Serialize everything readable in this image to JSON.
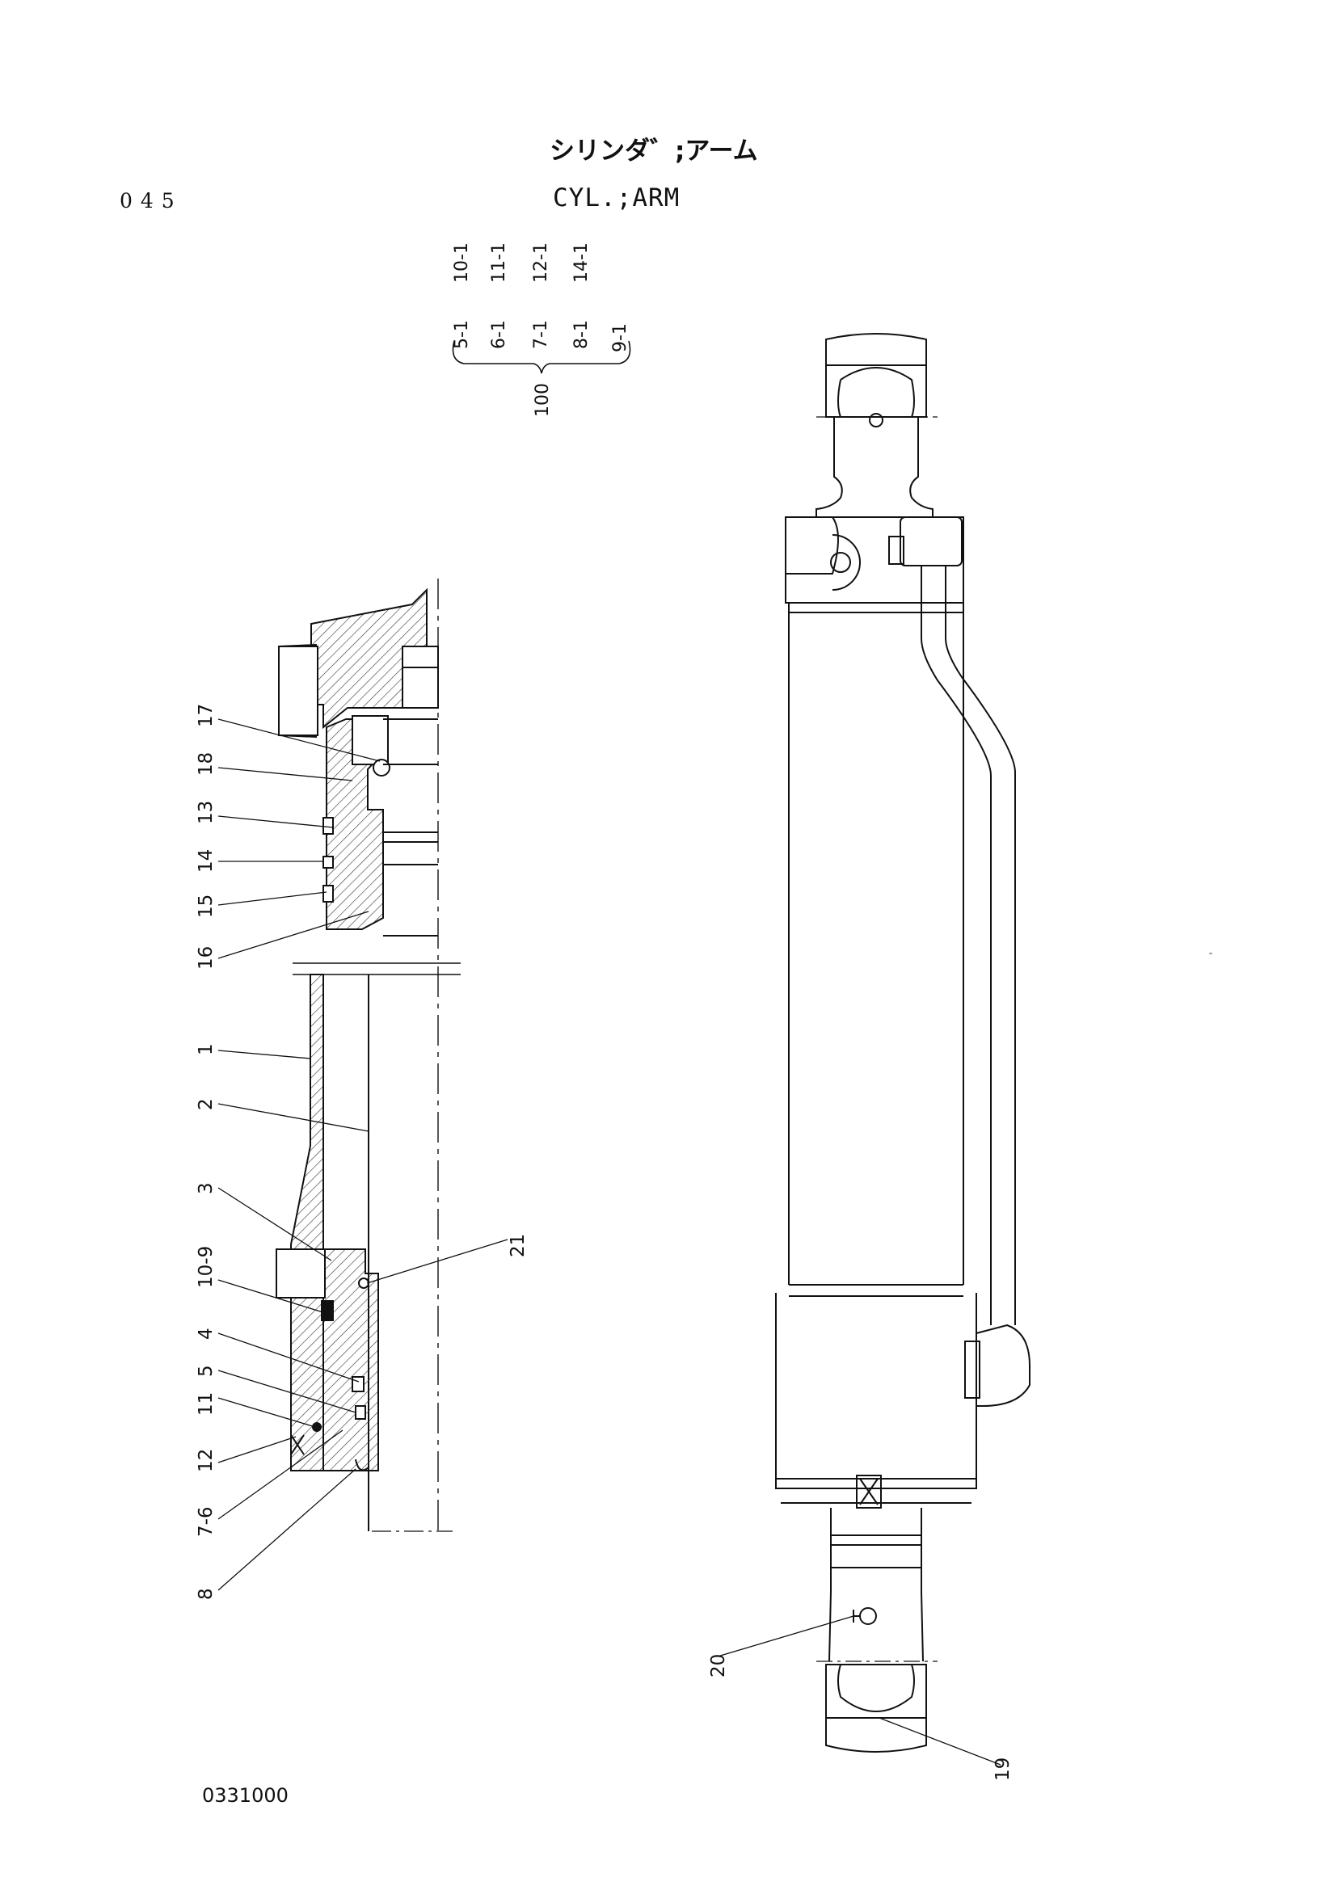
{
  "header": {
    "page_number": "045",
    "title_ja": "シリンダ゛;アーム",
    "title_en": "CYL.;ARM"
  },
  "kit_groups": {
    "top_row": [
      "10-1",
      "11-1",
      "12-1",
      "14-1"
    ],
    "bottom_row": [
      "5-1",
      "6-1",
      "7-1",
      "8-1",
      "9-1"
    ],
    "assembly": "100"
  },
  "callouts_section": [
    "17",
    "18",
    "13",
    "14",
    "15",
    "16",
    "1",
    "2",
    "3",
    "10-9",
    "4",
    "5",
    "11",
    "12",
    "7-6",
    "8"
  ],
  "callouts_right": [
    "21",
    "20",
    "19"
  ],
  "footer": {
    "doc_code": "0331000"
  }
}
